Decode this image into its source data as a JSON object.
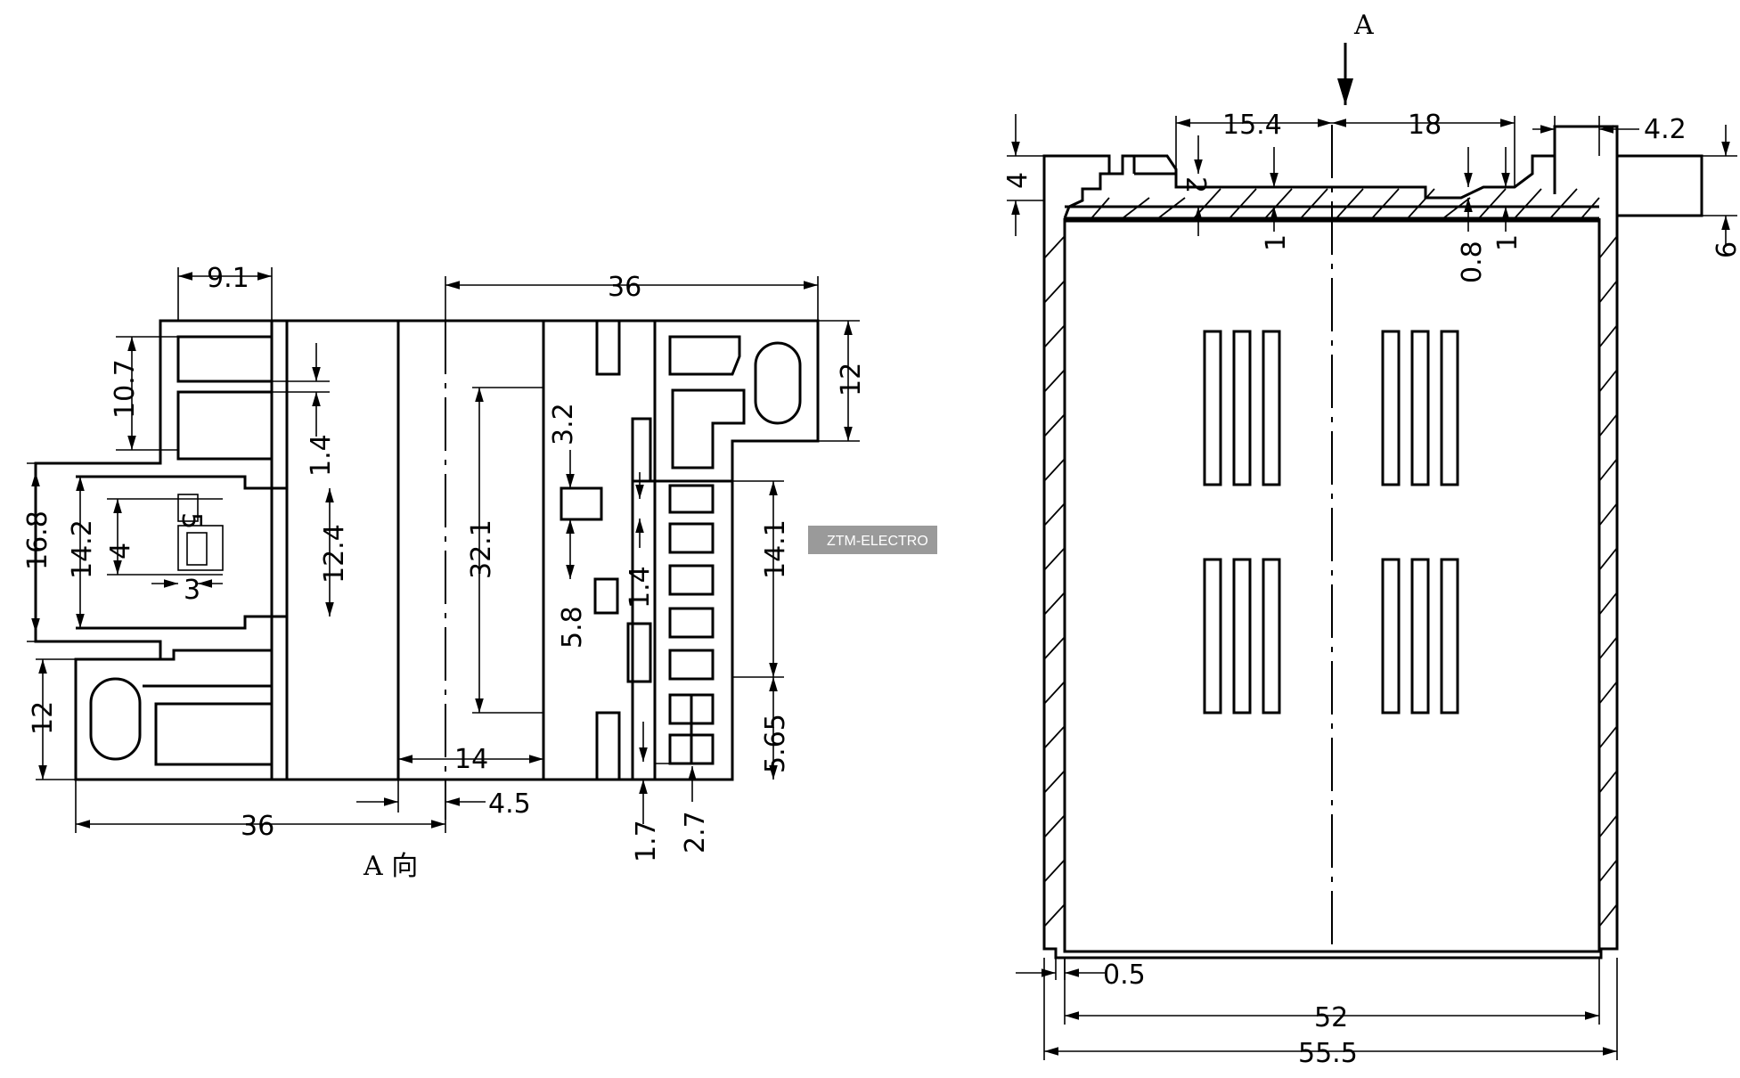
{
  "view_label": "A 向",
  "arrow_label": "A",
  "watermark": "ZTM-ELECTRO",
  "dims_left": {
    "d_9_1": "9.1",
    "d_36_top": "36",
    "d_36_bottom": "36",
    "d_10_7": "10.7",
    "d_1_4_a": "1.4",
    "d_16_8": "16.8",
    "d_14_2": "14.2",
    "d_4": "4",
    "d_5": "5",
    "d_3": "3",
    "d_12_4": "12.4",
    "d_12_left": "12",
    "d_32_1": "32.1",
    "d_3_2": "3.2",
    "d_5_8": "5.8",
    "d_1_4_b": "1.4",
    "d_14_1": "14.1",
    "d_5_65": "5.65",
    "d_12_right": "12",
    "d_14": "14",
    "d_4_5": "4.5",
    "d_1_7": "1.7",
    "d_2_7": "2.7"
  },
  "dims_right": {
    "d_15_4": "15.4",
    "d_18": "18",
    "d_4_2": "4.2",
    "d_4": "4",
    "d_2": "2",
    "d_1_a": "1",
    "d_0_8": "0.8",
    "d_1_b": "1",
    "d_6": "6",
    "d_0_5": "0.5",
    "d_52": "52",
    "d_55_5": "55.5"
  }
}
